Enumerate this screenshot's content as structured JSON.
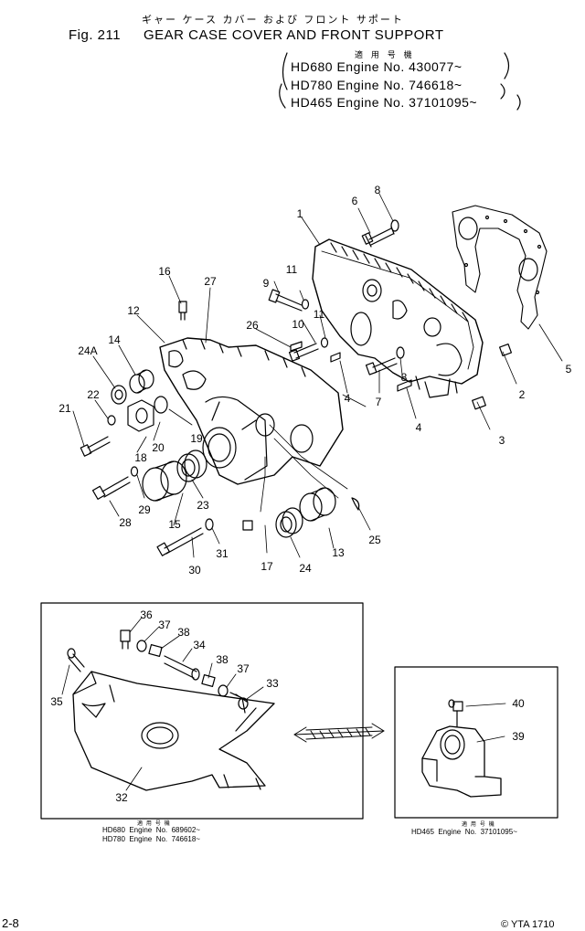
{
  "header": {
    "katakana_title": "ギャー ケース カバー および フロント サポート",
    "fig_label": "Fig. 211",
    "title": "GEAR CASE COVER AND FRONT SUPPORT",
    "applicability_heading": "適 用 号 機",
    "applicability": [
      "HD680 Engine No. 430077~",
      "HD780 Engine No. 746618~",
      "HD465 Engine No. 37101095~"
    ]
  },
  "callouts": [
    {
      "id": "c1",
      "label": "1"
    },
    {
      "id": "c2",
      "label": "2"
    },
    {
      "id": "c3",
      "label": "3"
    },
    {
      "id": "c4a",
      "label": "4"
    },
    {
      "id": "c4b",
      "label": "4"
    },
    {
      "id": "c5",
      "label": "5"
    },
    {
      "id": "c6",
      "label": "6"
    },
    {
      "id": "c7",
      "label": "7"
    },
    {
      "id": "c8a",
      "label": "8"
    },
    {
      "id": "c8b",
      "label": "8"
    },
    {
      "id": "c9",
      "label": "9"
    },
    {
      "id": "c10",
      "label": "10"
    },
    {
      "id": "c11a",
      "label": "11"
    },
    {
      "id": "c11b",
      "label": "11"
    },
    {
      "id": "c12",
      "label": "12"
    },
    {
      "id": "c13",
      "label": "13"
    },
    {
      "id": "c14",
      "label": "14"
    },
    {
      "id": "c15",
      "label": "15"
    },
    {
      "id": "c16",
      "label": "16"
    },
    {
      "id": "c17",
      "label": "17"
    },
    {
      "id": "c18",
      "label": "18"
    },
    {
      "id": "c19",
      "label": "19"
    },
    {
      "id": "c20",
      "label": "20"
    },
    {
      "id": "c21",
      "label": "21"
    },
    {
      "id": "c22",
      "label": "22"
    },
    {
      "id": "c23",
      "label": "23"
    },
    {
      "id": "c24",
      "label": "24"
    },
    {
      "id": "c24a",
      "label": "24A"
    },
    {
      "id": "c25",
      "label": "25"
    },
    {
      "id": "c26",
      "label": "26"
    },
    {
      "id": "c27",
      "label": "27"
    },
    {
      "id": "c28",
      "label": "28"
    },
    {
      "id": "c29",
      "label": "29"
    },
    {
      "id": "c30",
      "label": "30"
    },
    {
      "id": "c31",
      "label": "31"
    },
    {
      "id": "c32",
      "label": "32"
    },
    {
      "id": "c33",
      "label": "33"
    },
    {
      "id": "c34",
      "label": "34"
    },
    {
      "id": "c35",
      "label": "35"
    },
    {
      "id": "c36",
      "label": "36"
    },
    {
      "id": "c37a",
      "label": "37"
    },
    {
      "id": "c37b",
      "label": "37"
    },
    {
      "id": "c38a",
      "label": "38"
    },
    {
      "id": "c38b",
      "label": "38"
    },
    {
      "id": "c39",
      "label": "39"
    },
    {
      "id": "c40",
      "label": "40"
    }
  ],
  "left_inset": {
    "heading": "適 用 号 機",
    "lines": [
      "HD680  Engine  No.  689602~",
      "HD780  Engine  No.  746618~"
    ]
  },
  "right_inset": {
    "heading": "適 用 号 機",
    "lines": [
      "HD465  Engine  No.  37101095~"
    ]
  },
  "footer": {
    "page_ref": "2-8",
    "code": "© YTA 1710"
  }
}
